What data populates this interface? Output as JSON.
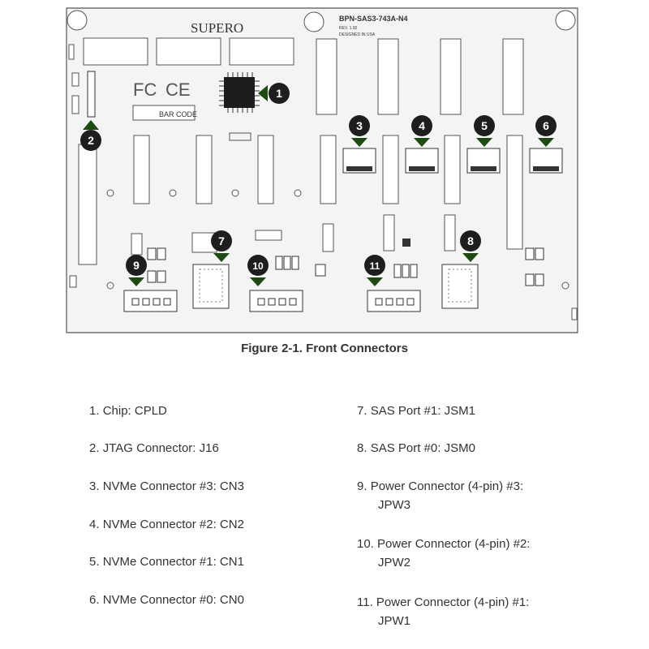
{
  "board": {
    "brand": "SUPERO",
    "model": "BPN-SAS3-743A-N4",
    "rev": "REV.  1.00",
    "designed": "DESIGNED IN USA",
    "barcode_label": "BAR CODE",
    "fcc": "FC",
    "ce": "CE"
  },
  "callouts": [
    "1",
    "2",
    "3",
    "4",
    "5",
    "6",
    "7",
    "8",
    "9",
    "10",
    "11"
  ],
  "caption": "Figure 2-1. Front Connectors",
  "legend": [
    {
      "num": "1.",
      "text": "Chip: CPLD"
    },
    {
      "num": "2.",
      "text": "JTAG Connector: J16"
    },
    {
      "num": "3.",
      "text": "NVMe Connector #3: CN3"
    },
    {
      "num": "4.",
      "text": "NVMe Connector #2: CN2"
    },
    {
      "num": "5.",
      "text": "NVMe Connector #1: CN1"
    },
    {
      "num": "6.",
      "text": "NVMe Connector #0: CN0"
    },
    {
      "num": "7.",
      "text": "SAS Port #1: JSM1"
    },
    {
      "num": "8.",
      "text": "SAS Port #0: JSM0"
    },
    {
      "num": "9.",
      "text": "Power Connector (4-pin) #3:",
      "text2": "JPW3"
    },
    {
      "num": "10.",
      "text": "Power Connector (4-pin) #2:",
      "text2": "JPW2"
    },
    {
      "num": "11.",
      "text": "Power Connector (4-pin) #1:",
      "text2": "JPW1"
    }
  ],
  "colors": {
    "board_fill": "#f4f4f4",
    "board_stroke": "#555555",
    "callout_circle": "#1e1e1e",
    "callout_arrow": "#1f4a14"
  }
}
